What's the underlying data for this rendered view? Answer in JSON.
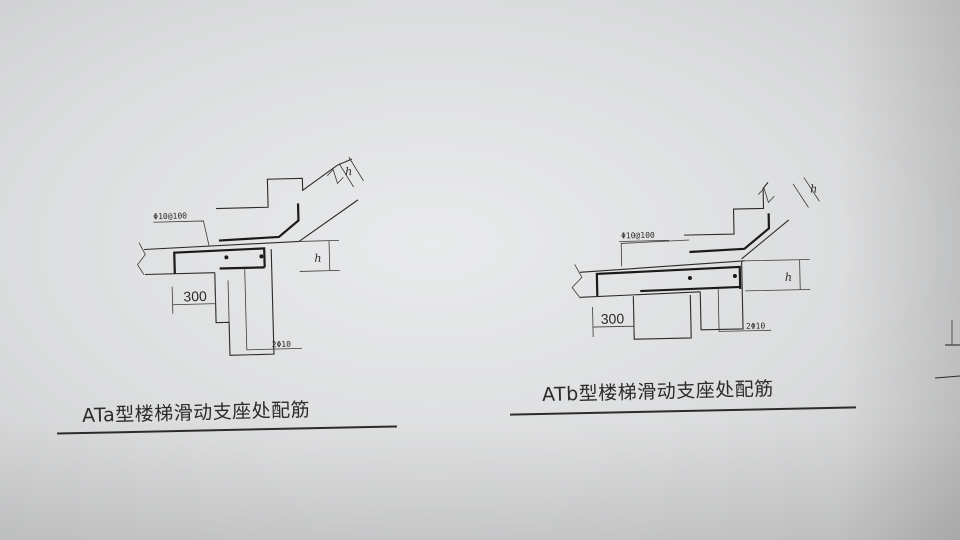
{
  "detail_a": {
    "bar_spec": "Φ10@100",
    "dim_300": "300",
    "dim_h_top": "h",
    "dim_h_side": "h",
    "bottom_bar": "2Φ10",
    "caption": "ATa型楼梯滑动支座处配筋"
  },
  "detail_b": {
    "bar_spec": "Φ10@100",
    "dim_300": "300",
    "dim_h_top": "h",
    "dim_h_side": "h",
    "bottom_bar": "2Φ10",
    "caption": "ATb型楼梯滑动支座处配筋"
  }
}
